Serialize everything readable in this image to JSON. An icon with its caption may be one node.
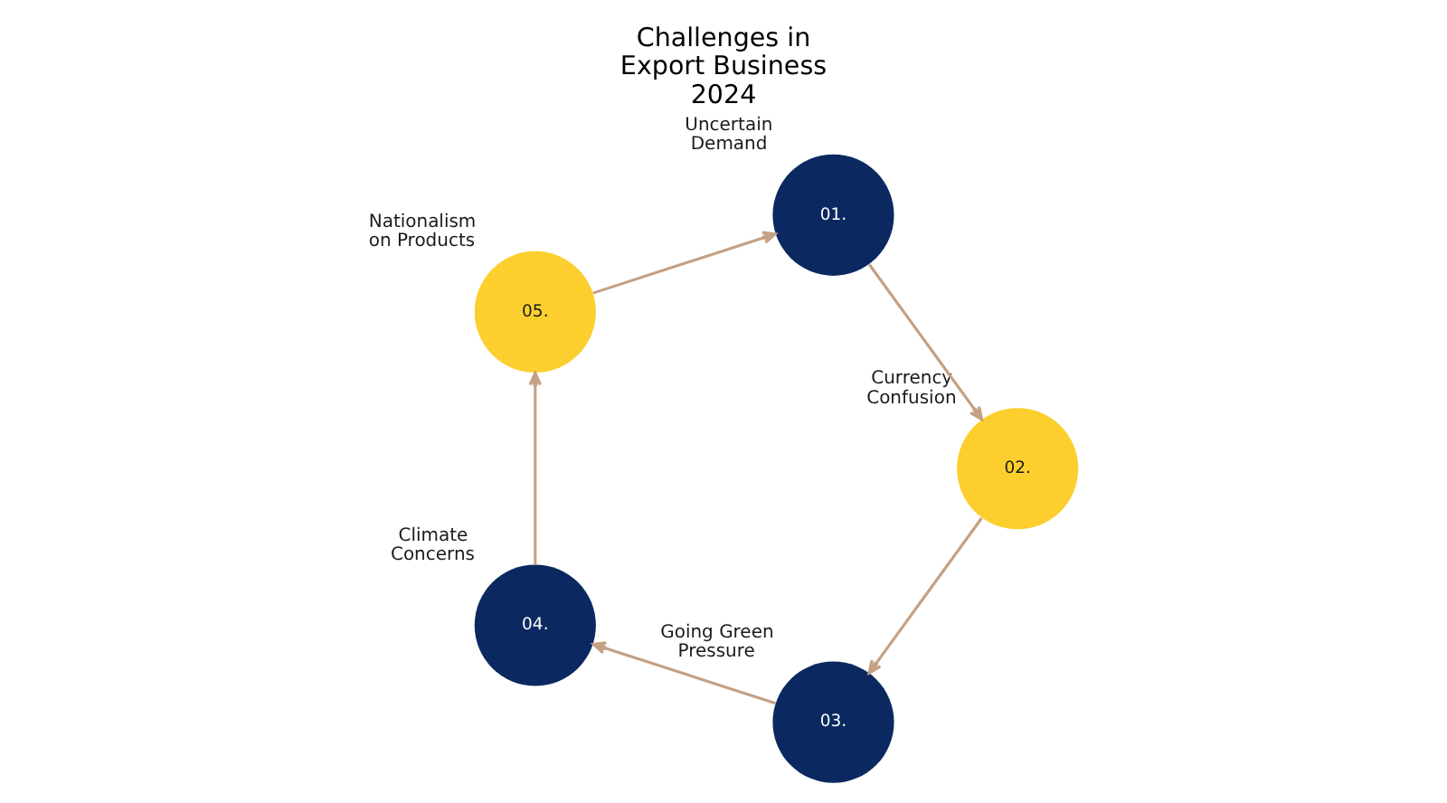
{
  "diagram": {
    "title": "Challenges in Export Business 2024",
    "nodes": [
      {
        "text": [
          "01."
        ],
        "beside": [
          "Uncertain Demand"
        ]
      },
      {
        "text": [
          "02."
        ],
        "beside": [
          "Currency Confusion"
        ]
      },
      {
        "text": [
          "03."
        ],
        "beside": [
          "Going Green Pressure"
        ]
      },
      {
        "text": [
          "04."
        ],
        "beside": [
          "Climate Concerns"
        ]
      },
      {
        "text": [
          "05."
        ],
        "beside": [
          "Nationalism on Products"
        ]
      }
    ],
    "edges": [
      {
        "from": 0,
        "to": 1,
        "arrow": "to"
      },
      {
        "from": 1,
        "to": 2,
        "arrow": "to"
      },
      {
        "from": 2,
        "to": 3,
        "arrow": "to"
      },
      {
        "from": 3,
        "to": 4,
        "arrow": "to"
      },
      {
        "from": 4,
        "to": 0,
        "arrow": "to"
      }
    ]
  }
}
